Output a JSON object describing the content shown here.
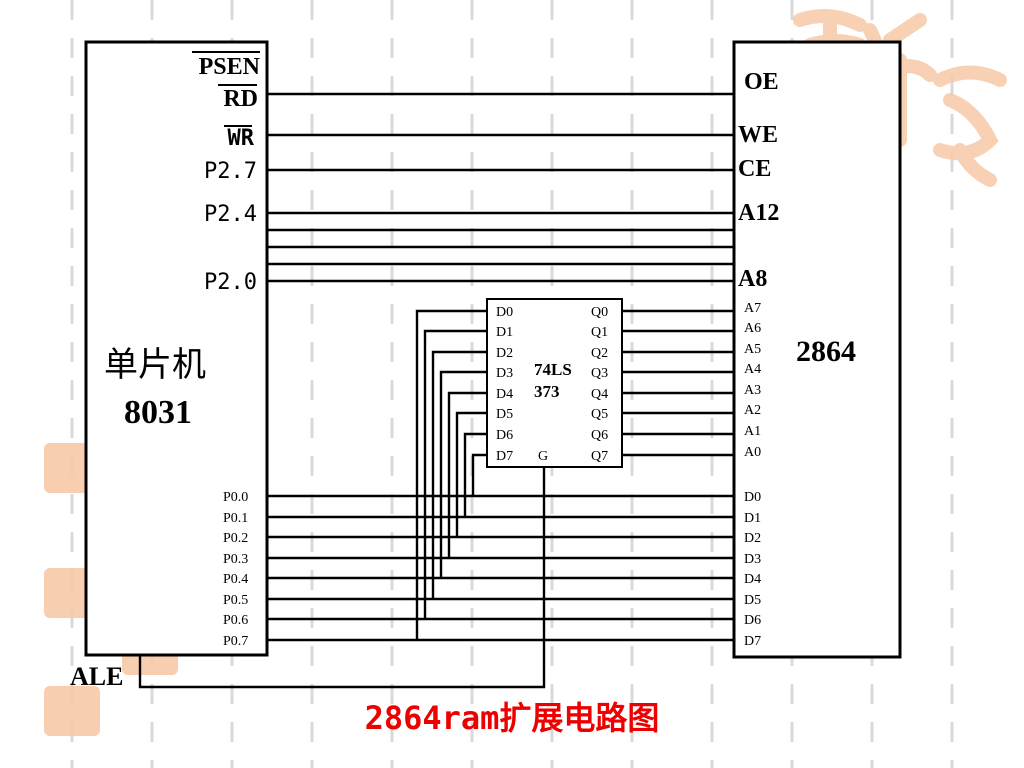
{
  "mcu": {
    "name": "单片机",
    "model": "8031",
    "control_pins": [
      "PSEN",
      "RD",
      "WR",
      "P2.7",
      "P2.4",
      "P2.0"
    ],
    "port0_pins": [
      "P0.0",
      "P0.1",
      "P0.2",
      "P0.3",
      "P0.4",
      "P0.5",
      "P0.6",
      "P0.7"
    ],
    "ale": "ALE"
  },
  "latch": {
    "name_line1": "74LS",
    "name_line2": "373",
    "inputs": [
      "D0",
      "D1",
      "D2",
      "D3",
      "D4",
      "D5",
      "D6",
      "D7"
    ],
    "outputs": [
      "Q0",
      "Q1",
      "Q2",
      "Q3",
      "Q4",
      "Q5",
      "Q6",
      "Q7"
    ],
    "gate": "G"
  },
  "ram": {
    "name": "2864",
    "control_pins": [
      "OE",
      "WE",
      "CE",
      "A12",
      "A8"
    ],
    "low_address_pins": [
      "A7",
      "A6",
      "A5",
      "A4",
      "A3",
      "A2",
      "A1",
      "A0"
    ],
    "data_pins": [
      "D0",
      "D1",
      "D2",
      "D3",
      "D4",
      "D5",
      "D6",
      "D7"
    ]
  },
  "caption": "2864ram扩展电路图",
  "colors": {
    "caption": "#ee0000",
    "stamp": "#f7c9a8",
    "dash": "#d9d9d9"
  }
}
